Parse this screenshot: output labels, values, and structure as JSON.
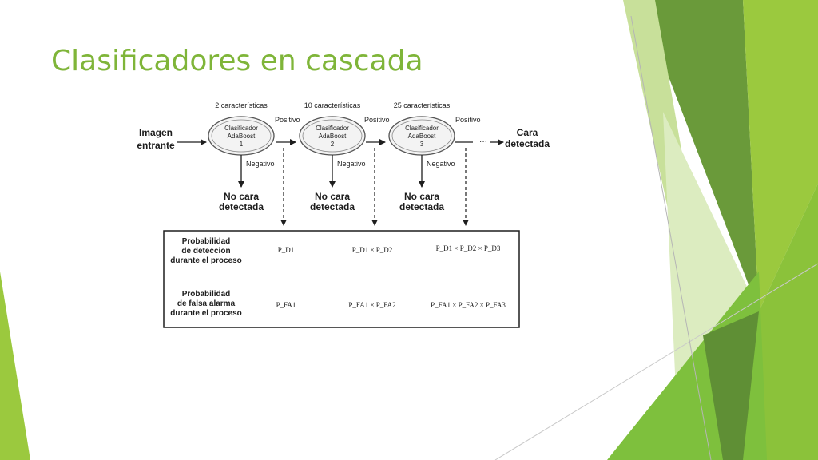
{
  "slide": {
    "title": "Clasificadores en cascada"
  },
  "colors": {
    "title": "#7fb539",
    "deco_light": "#9bc93e",
    "deco_dark": "#5f8f35",
    "deco_pale": "#cfe6a8"
  },
  "diagram": {
    "input_label": [
      "Imagen",
      "entrante"
    ],
    "output_label": [
      "Cara",
      "detectada"
    ],
    "positive_label": "Positivo",
    "negative_label": "Negativo",
    "ellipsis": "···",
    "stages": [
      {
        "features": "2 características",
        "name": [
          "Clasificador",
          "AdaBoost"
        ],
        "number": "1",
        "reject": [
          "No cara",
          "detectada"
        ]
      },
      {
        "features": "10 características",
        "name": [
          "Clasificador",
          "AdaBoost"
        ],
        "number": "2",
        "reject": [
          "No cara",
          "detectada"
        ]
      },
      {
        "features": "25 características",
        "name": [
          "Clasificador",
          "AdaBoost"
        ],
        "number": "3",
        "reject": [
          "No cara",
          "detectada"
        ]
      }
    ],
    "table": {
      "rows": [
        {
          "label": [
            "Probabilidad",
            "de deteccion",
            "durante el proceso"
          ],
          "cells": [
            "P_D1",
            "P_D1 × P_D2",
            "P_D1 × P_D2 × P_D3"
          ]
        },
        {
          "label": [
            "Probabilidad",
            "de falsa alarma",
            "durante el proceso"
          ],
          "cells": [
            "P_FA1",
            "P_FA1 × P_FA2",
            "P_FA1 × P_FA2 × P_FA3"
          ]
        }
      ]
    }
  }
}
